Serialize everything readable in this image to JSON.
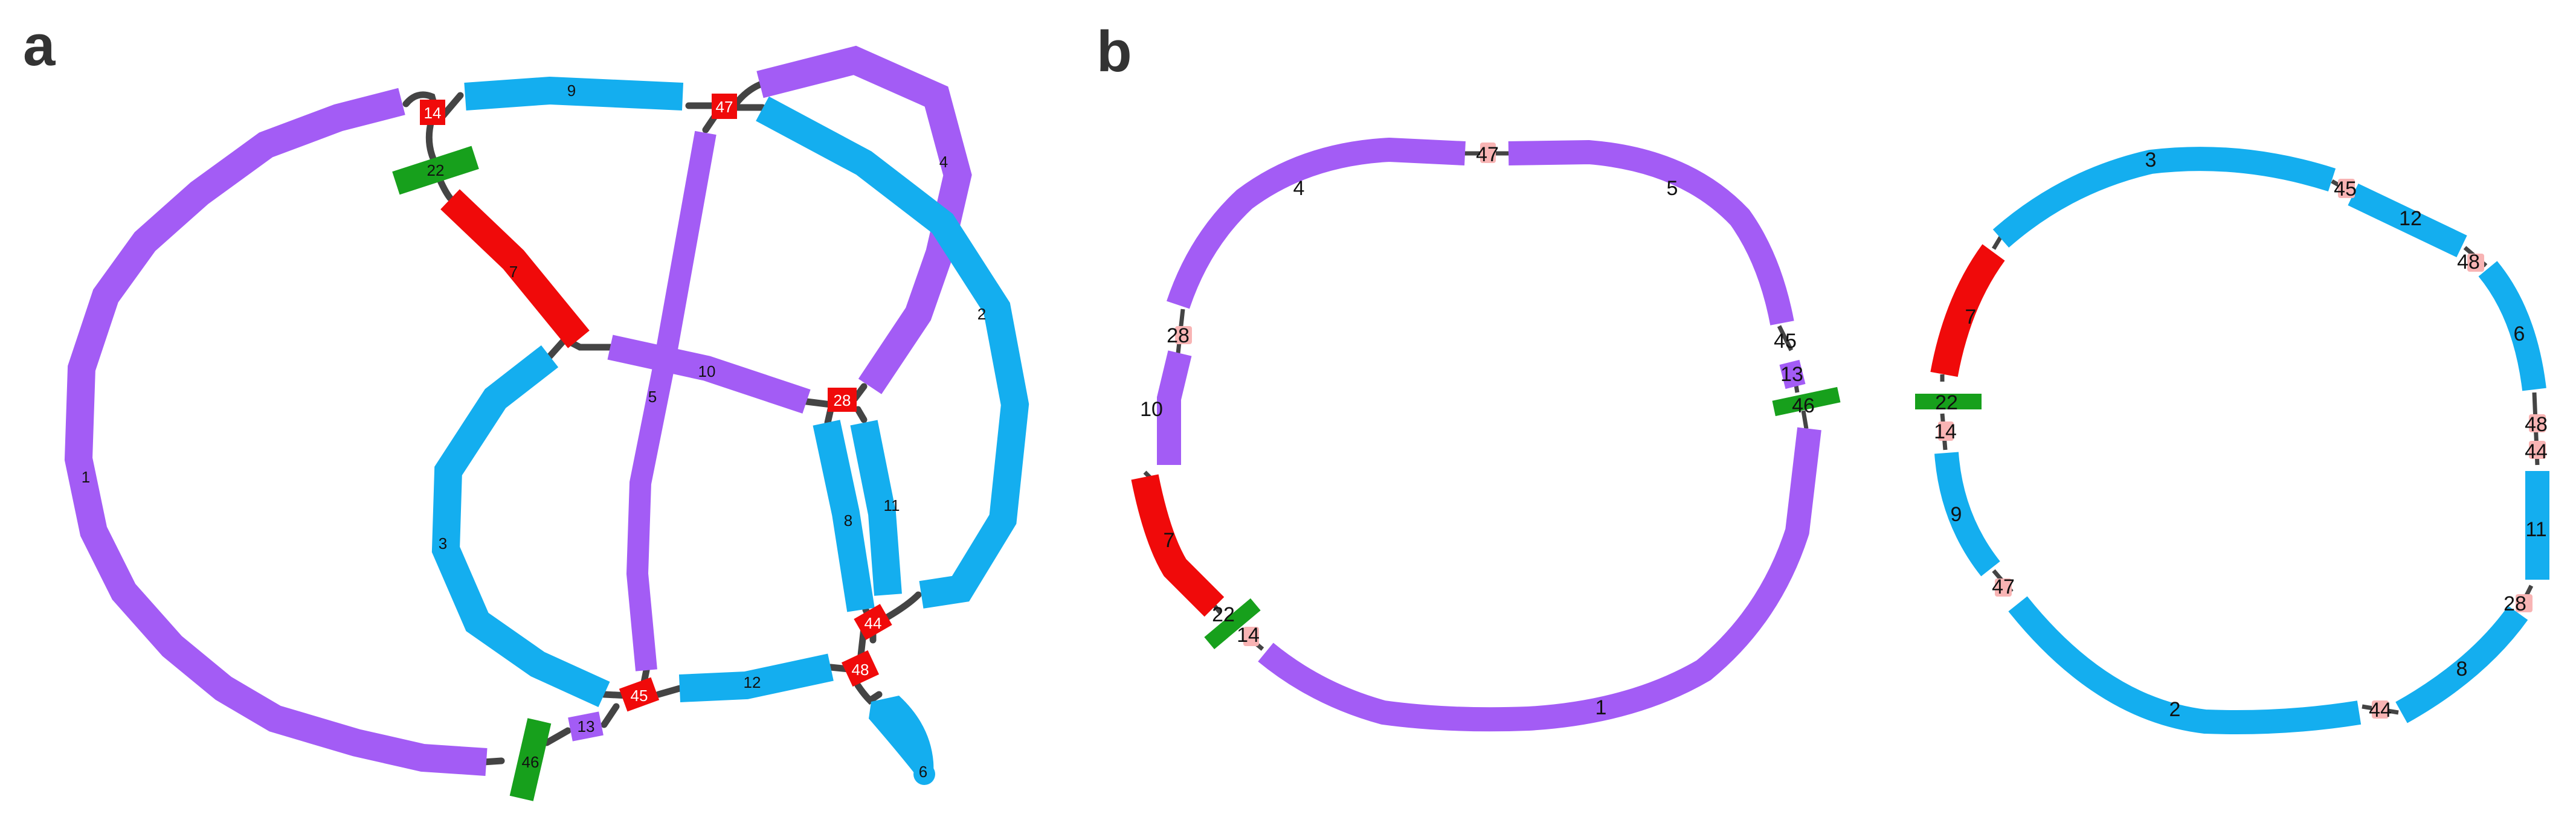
{
  "colors": {
    "purple": "#A35CF5",
    "blue": "#14AEEF",
    "red": "#F00A0A",
    "green": "#17A01C",
    "connector": "#444444",
    "marker_light": "#F8B4B4"
  },
  "panels": {
    "a": {
      "label": "a"
    },
    "b": {
      "label": "b"
    }
  },
  "graph_a": {
    "segments": [
      {
        "id": "1",
        "label": "1",
        "color": "purple"
      },
      {
        "id": "2",
        "label": "2",
        "color": "blue"
      },
      {
        "id": "3",
        "label": "3",
        "color": "blue"
      },
      {
        "id": "4",
        "label": "4",
        "color": "purple"
      },
      {
        "id": "5",
        "label": "5",
        "color": "purple"
      },
      {
        "id": "6",
        "label": "6",
        "color": "blue"
      },
      {
        "id": "7",
        "label": "7",
        "color": "red"
      },
      {
        "id": "8",
        "label": "8",
        "color": "blue"
      },
      {
        "id": "9",
        "label": "9",
        "color": "blue"
      },
      {
        "id": "10",
        "label": "10",
        "color": "purple"
      },
      {
        "id": "11",
        "label": "11",
        "color": "blue"
      },
      {
        "id": "12",
        "label": "12",
        "color": "blue"
      },
      {
        "id": "13",
        "label": "13",
        "color": "purple"
      }
    ],
    "nodes": [
      {
        "id": "14",
        "label": "14",
        "color": "red"
      },
      {
        "id": "22",
        "label": "22",
        "color": "green"
      },
      {
        "id": "28",
        "label": "28",
        "color": "red"
      },
      {
        "id": "44",
        "label": "44",
        "color": "red"
      },
      {
        "id": "45",
        "label": "45",
        "color": "red"
      },
      {
        "id": "46",
        "label": "46",
        "color": "green"
      },
      {
        "id": "47",
        "label": "47",
        "color": "red"
      },
      {
        "id": "48",
        "label": "48",
        "color": "red"
      }
    ]
  },
  "graph_b_left": {
    "segments": [
      {
        "id": "1",
        "label": "1",
        "color": "purple"
      },
      {
        "id": "4",
        "label": "4",
        "color": "purple"
      },
      {
        "id": "5",
        "label": "5",
        "color": "purple"
      },
      {
        "id": "7",
        "label": "7",
        "color": "red"
      },
      {
        "id": "10",
        "label": "10",
        "color": "purple"
      },
      {
        "id": "13",
        "label": "13",
        "color": "purple"
      }
    ],
    "nodes": [
      {
        "id": "14",
        "label": "14"
      },
      {
        "id": "22",
        "label": "22"
      },
      {
        "id": "28",
        "label": "28"
      },
      {
        "id": "45",
        "label": "45"
      },
      {
        "id": "46",
        "label": "46"
      },
      {
        "id": "47",
        "label": "47"
      }
    ]
  },
  "graph_b_right": {
    "segments": [
      {
        "id": "2",
        "label": "2",
        "color": "blue"
      },
      {
        "id": "3",
        "label": "3",
        "color": "blue"
      },
      {
        "id": "6",
        "label": "6",
        "color": "blue"
      },
      {
        "id": "7",
        "label": "7",
        "color": "red"
      },
      {
        "id": "8",
        "label": "8",
        "color": "blue"
      },
      {
        "id": "9",
        "label": "9",
        "color": "blue"
      },
      {
        "id": "11",
        "label": "11",
        "color": "blue"
      },
      {
        "id": "12",
        "label": "12",
        "color": "blue"
      }
    ],
    "nodes": [
      {
        "id": "14",
        "label": "14"
      },
      {
        "id": "22",
        "label": "22"
      },
      {
        "id": "28",
        "label": "28"
      },
      {
        "id": "44a",
        "label": "44"
      },
      {
        "id": "44b",
        "label": "44"
      },
      {
        "id": "45",
        "label": "45"
      },
      {
        "id": "47",
        "label": "47"
      },
      {
        "id": "48a",
        "label": "48"
      },
      {
        "id": "48b",
        "label": "48"
      }
    ]
  }
}
